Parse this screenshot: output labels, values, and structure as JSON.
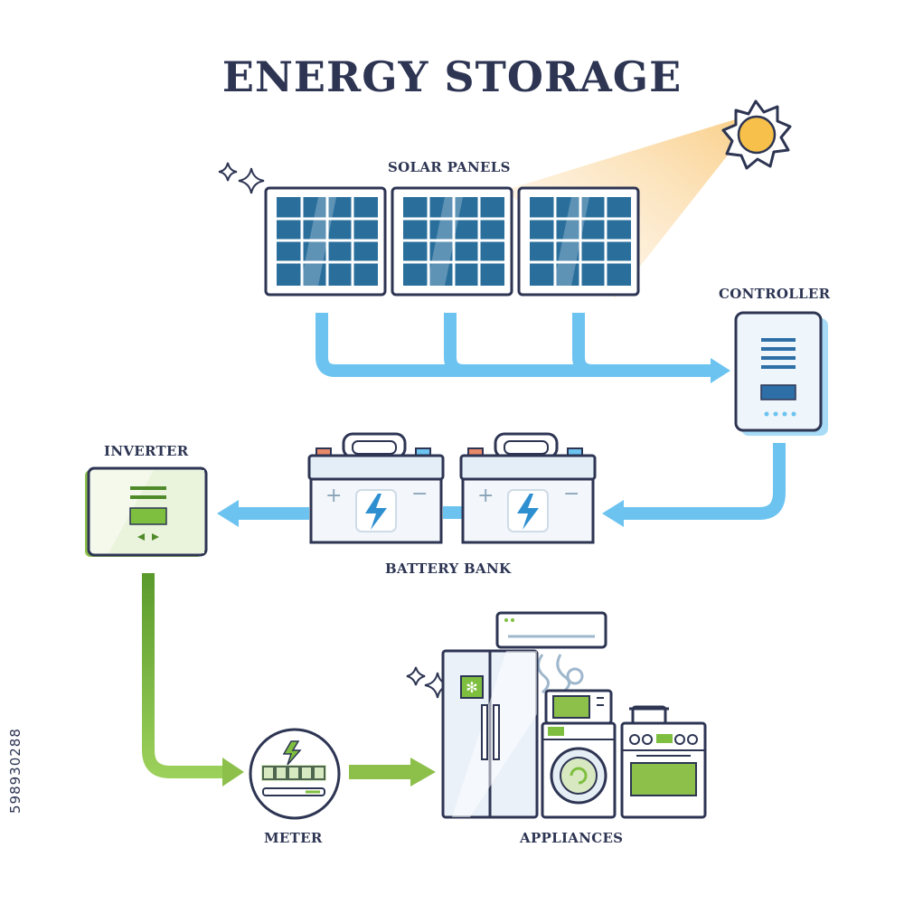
{
  "title": "ENERGY STORAGE",
  "labels": {
    "solar_panels": "SOLAR PANELS",
    "controller": "CONTROLLER",
    "inverter": "INVERTER",
    "battery_bank": "BATTERY BANK",
    "meter": "METER",
    "appliances": "APPLIANCES"
  },
  "stock_id": "598930288",
  "colors": {
    "outline": "#2d3553",
    "blue_flow": "#6cc3f0",
    "green_flow": "#8dc04a",
    "panel_cell": "#2a6f9c",
    "sun": "#f7c04a",
    "accent_green": "#7fbf3f"
  }
}
